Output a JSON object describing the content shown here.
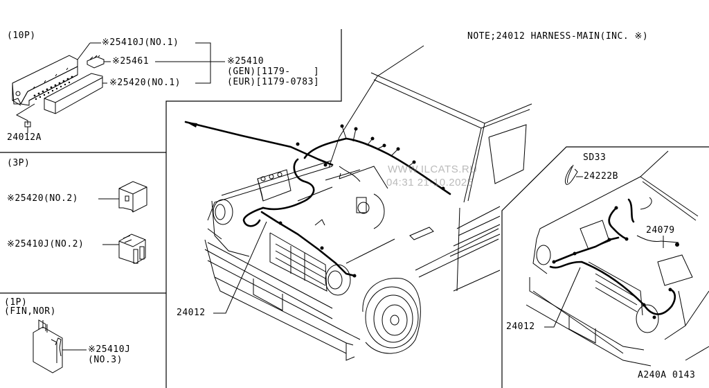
{
  "note": "NOTE;24012 HARNESS-MAIN(INC. ※)",
  "panel_10p": {
    "header": "(10P)",
    "part_25410j_no1": "※25410J(NO.1)",
    "part_25461": "※25461",
    "part_25420_no1": "※25420(NO.1)",
    "part_24012a": "24012A",
    "assembly": {
      "number": "※25410",
      "gen": "(GEN)[1179-    ]",
      "eur": "(EUR)[1179-0783]"
    }
  },
  "panel_3p": {
    "header": "(3P)",
    "part_25420_no2": "※25420(NO.2)",
    "part_25410j_no2": "※25410J(NO.2)"
  },
  "panel_1p": {
    "header": "(1P)",
    "variant": "(FIN,NOR)",
    "part_number": "※25410J",
    "part_sub": "(NO.3)"
  },
  "main_view": {
    "harness_label": "24012"
  },
  "sd33_inset": {
    "engine": "SD33",
    "clip_label": "24222B",
    "sub_harness_label": "24079",
    "harness_label": "24012"
  },
  "figure_code": "A240A 0143",
  "watermark": {
    "line1": "WWW.ILCATS.RU",
    "line2": "04:31 21-10.2025"
  }
}
